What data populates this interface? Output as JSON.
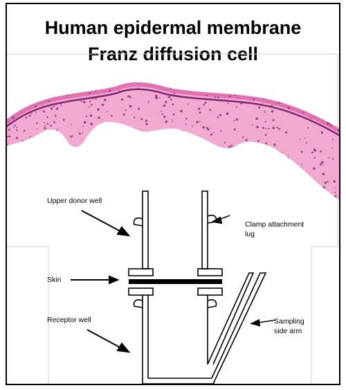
{
  "title": {
    "line1": "Human epidermal membrane",
    "line2": "Franz diffusion cell"
  },
  "labels": {
    "upper_donor_well": "Upper donor well",
    "clamp_attachment_line1": "Clamp attachment",
    "clamp_attachment_line2": "lug",
    "skin": "Skin",
    "receptor_well": "Receptor well",
    "sampling_line1": "Sampling",
    "sampling_line2": "side arm"
  },
  "colors": {
    "tissue_pink": "#e26fb0",
    "tissue_light": "#f2a9d0",
    "nuclei": "#7a2a72",
    "ink": "#000000"
  }
}
